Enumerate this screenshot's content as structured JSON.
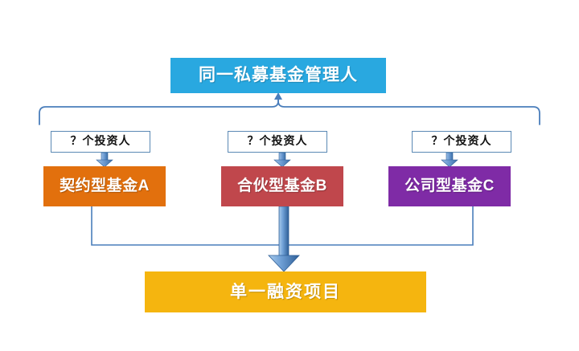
{
  "diagram": {
    "title_box": {
      "label": "同一私募基金管理人",
      "color": "#29A8E0"
    },
    "investor_labels": [
      {
        "label": "？个投资人"
      },
      {
        "label": "？个投资人"
      },
      {
        "label": "？个投资人"
      }
    ],
    "funds": [
      {
        "label": "契约型基金A",
        "color": "#E2700D"
      },
      {
        "label": "合伙型基金B",
        "color": "#C0474C"
      },
      {
        "label": "公司型基金C",
        "color": "#7F2BA6"
      }
    ],
    "project_box": {
      "label": "单一融资项目",
      "color": "#F5B50F"
    },
    "connector_color": "#4A7EBB",
    "connector_fill": "#6C9BD2"
  }
}
